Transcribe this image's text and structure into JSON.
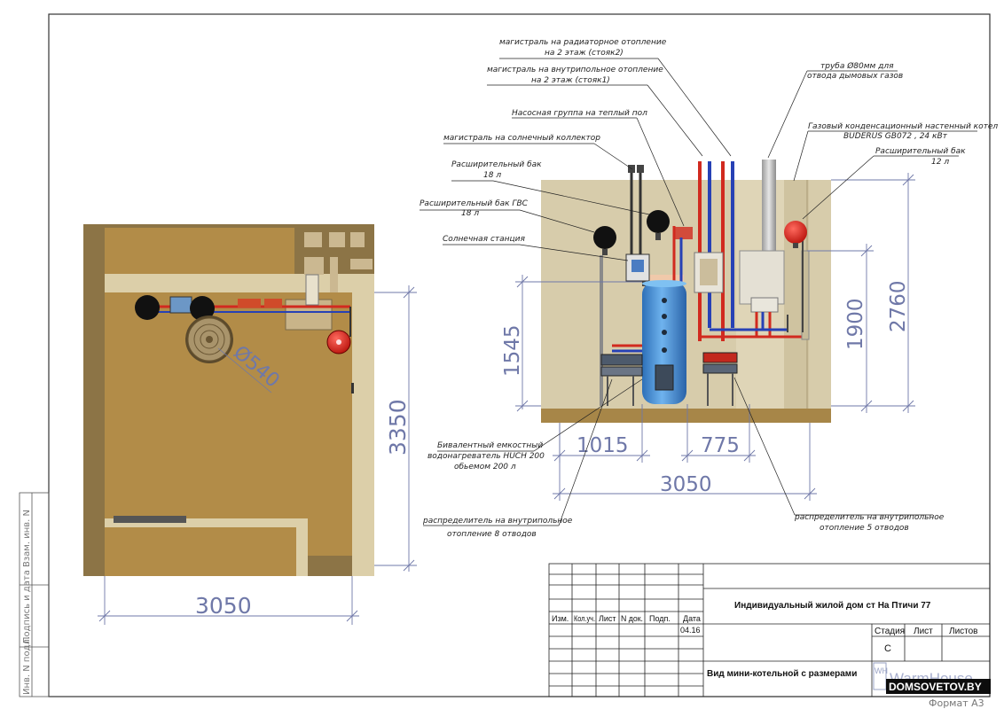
{
  "colors": {
    "wall": "#8a7448",
    "floor": "#b28c48",
    "wall_light": "#dccfa9",
    "elevation_wall": "#d7ccab",
    "elevation_floor": "#a78648",
    "dimension": "#6f78a8",
    "hot_pipe": "#d12a1f",
    "cold_pipe": "#2741b5",
    "tank_red": "#e0241b",
    "tank_black": "#1a1a1a",
    "boiler_blue": "#3f8fd8"
  },
  "plan": {
    "width_dim": "3050",
    "height_dim": "3350",
    "diameter_dim": "Ø540"
  },
  "elevation": {
    "width_dim": "3050",
    "left_height_dim": "1545",
    "right_height_dim_1": "1900",
    "right_height_dim_2": "2760",
    "bottom_left_dim": "1015",
    "bottom_right_dim": "775"
  },
  "callouts": {
    "radiator_main_1": "магистраль на радиаторное отопление",
    "radiator_main_2": "на 2 этаж (стояк2)",
    "floor_main_1": "магистраль на внутрипольное отопление",
    "floor_main_2": "на 2 этаж (стояк1)",
    "pump_group": "Насосная группа на теплый пол",
    "solar_main": "магистраль на солнечный коллектор",
    "exp_tank_18_1": "Расширительный бак",
    "exp_tank_18_2": "18 л",
    "exp_tank_gvs_1": "Расширительный бак ГВС",
    "exp_tank_gvs_2": "18 л",
    "solar_station": "Солнечная станция",
    "flue_1": "труба Ø80мм для",
    "flue_2": "отвода дымовых газов",
    "gas_boiler_1": "Газовый конденсационный настенный котел",
    "gas_boiler_2": "BUDERUS GB072 , 24 кВт",
    "exp_tank_12_1": "Расширительный бак",
    "exp_tank_12_2": "12 л",
    "bivalent_1": "Бивалентный емкостный",
    "bivalent_2": "водонагреватель HUCH 200",
    "bivalent_3": "обьемом 200 л",
    "distributor_8_1": "распределитель на внутрипольное",
    "distributor_8_2": "отопление 8 отводов",
    "distributor_5_1": "распределитель на внутрипольное",
    "distributor_5_2": "отопление 5 отводов"
  },
  "title_block": {
    "headers": [
      "Изм.",
      "Кол.уч.",
      "Лист",
      "N док.",
      "Подп.",
      "Дата"
    ],
    "date": "04.16",
    "project": "Индивидуальный жилой дом ст На Птичи 77",
    "sheet_title": "Вид мини-котельной с размерами",
    "stage_label": "Стадия",
    "sheet_label": "Лист",
    "sheets_label": "Листов",
    "stage_value": "С",
    "logo_mark": "WH",
    "logo_text": "WarmHouse",
    "format": "Формат А3"
  },
  "side_stamp": {
    "inv_podl": "Инв. N подл.",
    "podp_data": "Подпись и дата",
    "vzam_inv": "Взам. инв. N"
  },
  "watermark": "DOMSOVETOV.BY"
}
